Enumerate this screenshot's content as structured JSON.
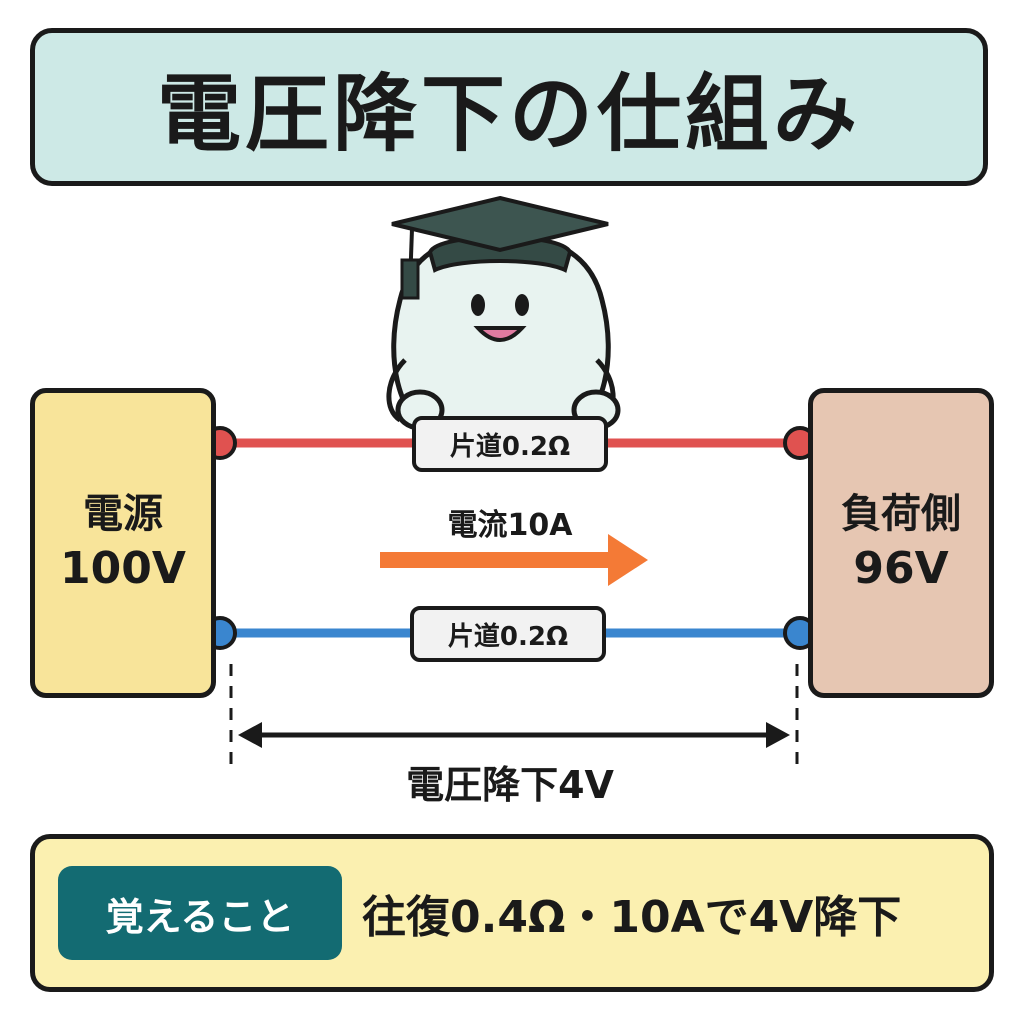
{
  "title": "電圧降下の仕組み",
  "source": {
    "label": "電源",
    "value": "100V"
  },
  "load": {
    "label": "負荷側",
    "value": "96V"
  },
  "wire_top": {
    "resistance_label": "片道0.2Ω"
  },
  "wire_bottom": {
    "resistance_label": "片道0.2Ω"
  },
  "current_label": "電流10A",
  "drop_label": "電圧降下4V",
  "summary": {
    "badge": "覚えること",
    "text": "往復0.4Ω・10Aで4V降下"
  },
  "colors": {
    "title_bg": "#cde9e6",
    "source_bg": "#f8e49a",
    "load_bg": "#e6c6b2",
    "wire_top": "#e05250",
    "wire_bottom": "#3a86cf",
    "current_arrow": "#f47a36",
    "summary_bg": "#fbf0b0",
    "badge_bg": "#136b72"
  },
  "mascot": {
    "icon": "graduate-mascot-icon"
  }
}
